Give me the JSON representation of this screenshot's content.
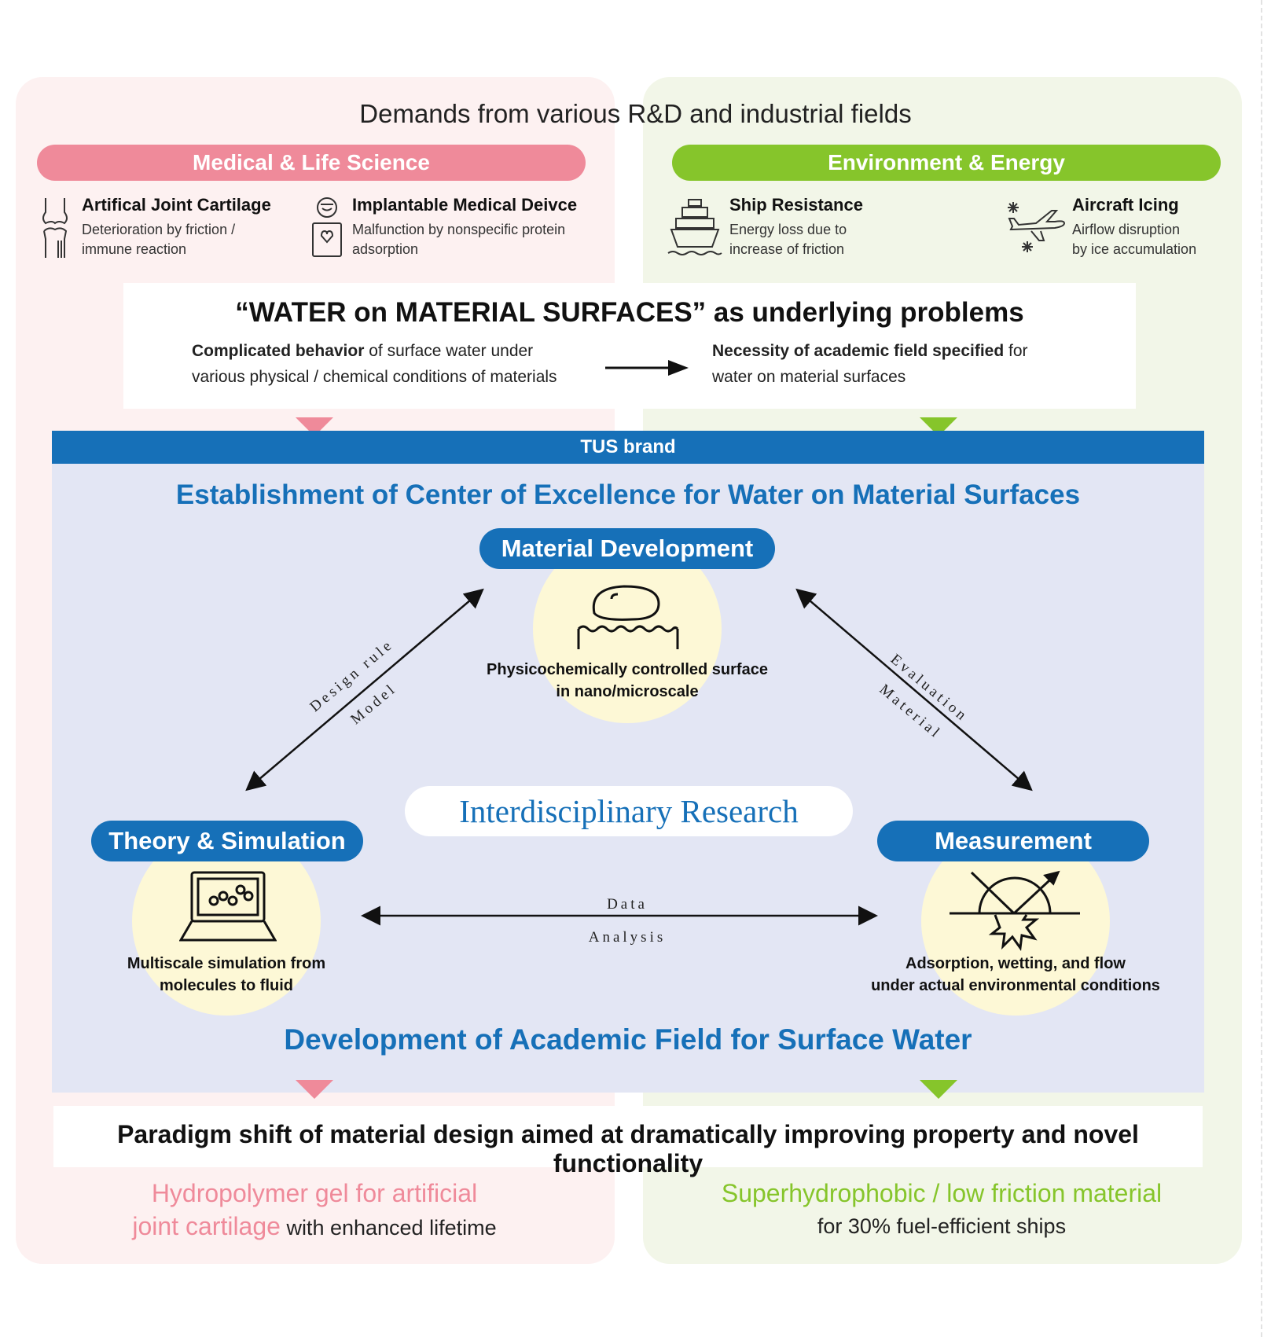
{
  "header": {
    "demands_title": "Demands from various R&D and industrial fields"
  },
  "fields": {
    "medical": {
      "label": "Medical & Life Science",
      "items": [
        {
          "title": "Artifical Joint Cartilage",
          "desc_line1": "Deterioration by friction /",
          "desc_line2": "immune reaction"
        },
        {
          "title": "Implantable Medical Deivce",
          "desc_line1": "Malfunction by nonspecific protein",
          "desc_line2": "adsorption"
        }
      ]
    },
    "environment": {
      "label": "Environment & Energy",
      "items": [
        {
          "title": "Ship Resistance",
          "desc_line1": "Energy loss due to",
          "desc_line2": "increase of friction"
        },
        {
          "title": "Aircraft Icing",
          "desc_line1": "Airflow disruption",
          "desc_line2": "by ice accumulation"
        }
      ]
    }
  },
  "problem": {
    "title": "“WATER on MATERIAL SURFACES” as underlying problems",
    "left_bold": "Complicated behavior",
    "left_rest": " of surface water under",
    "left_line2": "various physical / chemical conditions of materials",
    "right_bold": "Necessity of academic field specified",
    "right_rest": " for",
    "right_line2": "water on material surfaces"
  },
  "center": {
    "brand": "TUS brand",
    "title": "Establishment of Center of Excellence for Water on Material Surfaces",
    "interdisciplinary": "Interdisciplinary Research",
    "bottom_title": "Development of Academic Field for Surface Water",
    "nodes": {
      "material": {
        "label": "Material Development",
        "caption_line1": "Physicochemically controlled surface",
        "caption_line2": "in nano/microscale"
      },
      "theory": {
        "label": "Theory & Simulation",
        "caption_line1": "Multiscale simulation from",
        "caption_line2": "molecules to fluid"
      },
      "measurement": {
        "label": "Measurement",
        "caption_line1": "Adsorption, wetting, and flow",
        "caption_line2": "under actual environmental conditions"
      }
    },
    "arrow_labels": {
      "design_rule": "Design rule",
      "model": "Model",
      "evaluation": "Evaluation",
      "material": "Material",
      "data": "Data",
      "analysis": "Analysis"
    }
  },
  "outcome": {
    "paradigm": "Paradigm shift of material design aimed at dramatically improving property and novel functionality",
    "left_highlight_line1": "Hydropolymer gel for artificial",
    "left_highlight_line2": "joint cartilage",
    "left_rest": " with enhanced lifetime",
    "right_highlight": "Superhydrophobic / low friction material",
    "right_rest": "for 30% fuel-efficient ships"
  },
  "colors": {
    "pink": "#ef8a9a",
    "green": "#86c52b",
    "blue": "#1670b8",
    "circle": "#fdf8d6"
  }
}
